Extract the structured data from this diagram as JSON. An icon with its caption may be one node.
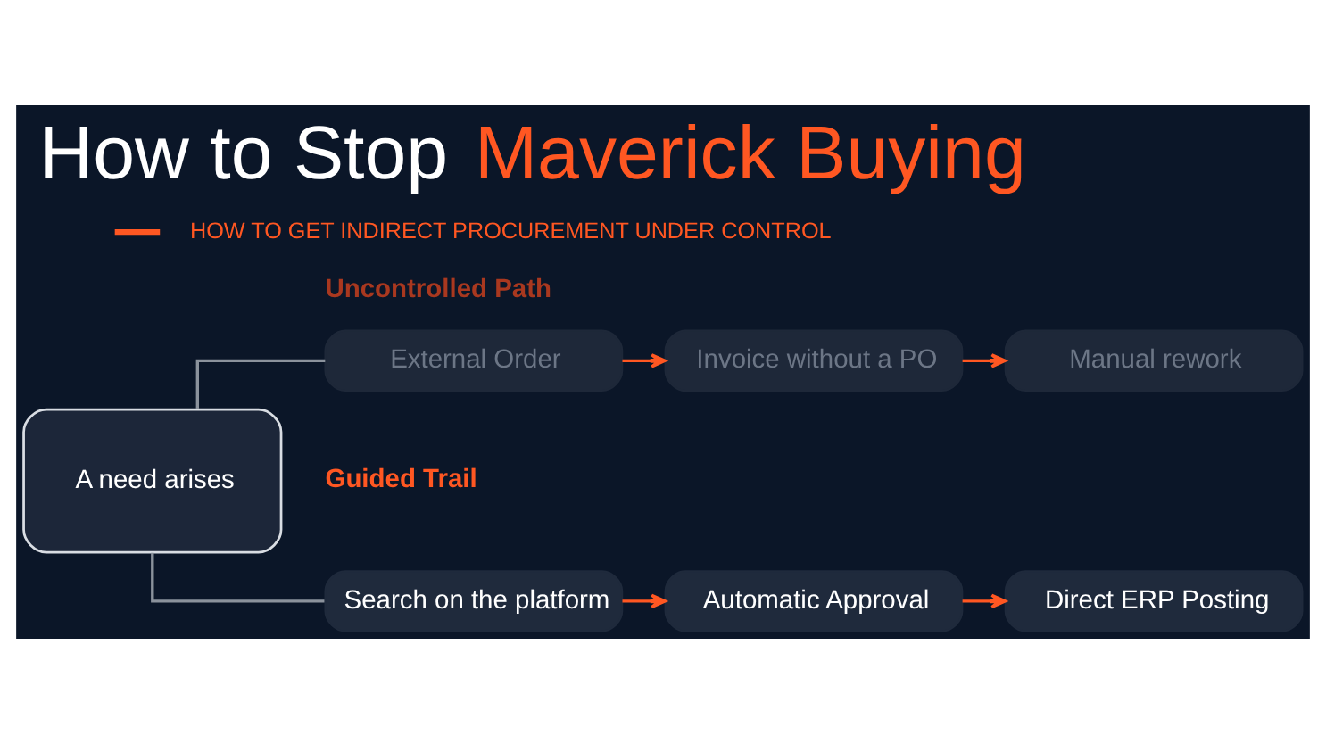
{
  "diagram": {
    "title": "How to Stop Maverick Buying",
    "nodes": [
      {
        "text": [
          "A need arises"
        ]
      },
      {
        "text": [
          "External Order"
        ]
      },
      {
        "text": [
          "Invoice without a PO"
        ]
      },
      {
        "text": [
          "Manual rework"
        ]
      },
      {
        "text": [
          "Search on the platform"
        ]
      },
      {
        "text": [
          "Automatic Approval"
        ]
      },
      {
        "text": [
          "Direct ERP Posting"
        ]
      }
    ],
    "edges": [
      {
        "from": 0,
        "to": 1,
        "arrow": "none",
        "color": "#8b929c"
      },
      {
        "from": 0,
        "to": 4,
        "arrow": "none",
        "color": "#8b929c"
      },
      {
        "from": 1,
        "to": 2,
        "arrow": "to"
      },
      {
        "from": 2,
        "to": 3,
        "arrow": "to"
      },
      {
        "from": 4,
        "to": 5,
        "arrow": "to"
      },
      {
        "from": 5,
        "to": 6,
        "arrow": "to"
      }
    ],
    "labels": [
      "HOW TO GET INDIRECT PROCUREMENT UNDER CONTROL",
      "Uncontrolled Path",
      "Guided Trail"
    ]
  }
}
